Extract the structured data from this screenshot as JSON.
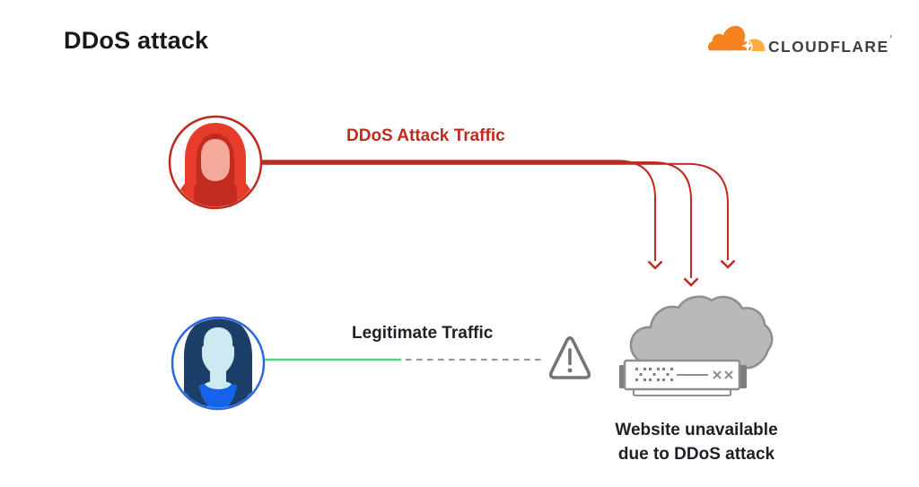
{
  "header": {
    "title": "DDoS attack",
    "logo": {
      "brand": "CLOUDFLARE",
      "trademark": "’"
    }
  },
  "diagram": {
    "attack_flow": {
      "label": "DDoS Attack Traffic",
      "source_icon": "attacker-hacker-avatar",
      "arrow_count": 3,
      "style": "solid red curved arrows pointing down at server"
    },
    "legit_flow": {
      "label": "Legitimate Traffic",
      "source_icon": "user-woman-avatar",
      "style": "solid green line becoming gray dashed, blocked at warning sign"
    },
    "destination": {
      "icon": "cloud-server",
      "caption_line1": "Website unavailable",
      "caption_line2": "due to DDoS attack"
    },
    "warning": {
      "icon": "warning-triangle-exclamation"
    }
  },
  "colors": {
    "attack-red": "#bf2a1e",
    "attacker-red": "#e73b2b",
    "attacker-dark-red": "#c22b1f",
    "attacker-skin": "#f5a99b",
    "user-ring": "#2d68dd",
    "user-hair": "#1c3f69",
    "user-skin": "#cde9f2",
    "user-shirt": "#1563e9",
    "legit-green": "#58d185",
    "dashed-gray": "#999999",
    "warning-gray": "#747474",
    "cloud-fill": "#b9b9b9",
    "cloud-stroke": "#8e8e8e",
    "server-tab": "#7f7f7f",
    "logo-orange": "#f6821f",
    "logo-light": "#fbad41",
    "logo-text": "#3f4142",
    "text-dark": "#1d2127"
  }
}
